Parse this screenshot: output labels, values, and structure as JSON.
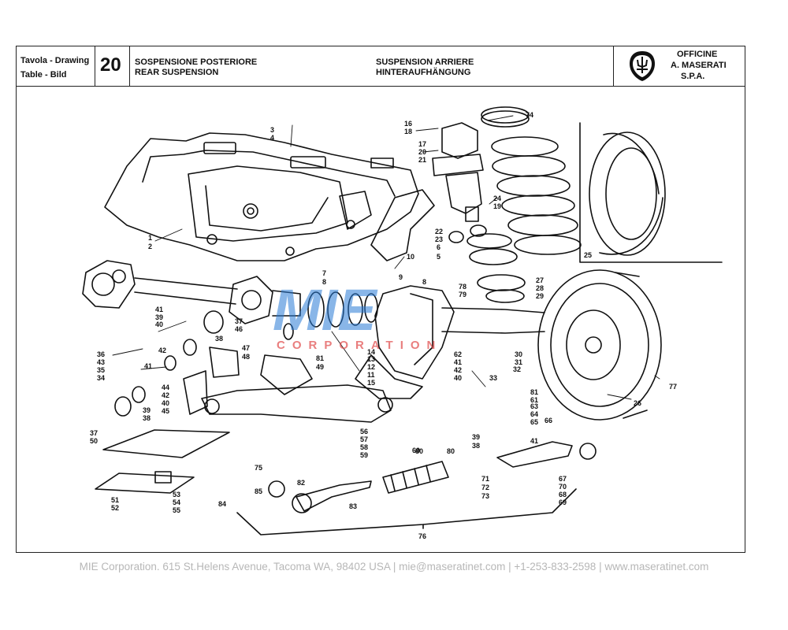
{
  "header": {
    "tavola_label": "Tavola - Drawing",
    "table_label": "Table - Bild",
    "drawing_number": "20",
    "title_it": "SOSPENSIONE POSTERIORE",
    "title_en": "REAR SUSPENSION",
    "title_fr": "SUSPENSION ARRIERE",
    "title_de": "HINTERAUFHÄNGUNG",
    "company_line1": "OFFICINE",
    "company_line2": "A. MASERATI",
    "company_line3": "S.P.A."
  },
  "watermark": {
    "logo_text": "MIE",
    "sub_text": "CORPORATION"
  },
  "footer": "MIE Corporation. 615 St.Helens Avenue, Tacoma WA, 98402 USA  |  mie@maseratinet.com  |  +1-253-833-2598  |  www.maseratinet.com",
  "part_labels": {
    "p1": "1",
    "p2": "2",
    "p3": "3",
    "p4": "4",
    "p5": "5",
    "p6": "6",
    "p7": "7",
    "p8": "8",
    "p8b": "8",
    "p9": "9",
    "p10": "10",
    "p11": "11",
    "p12": "12",
    "p13": "13",
    "p14": "14",
    "p15": "15",
    "p16": "16",
    "p17": "17",
    "p18": "18",
    "p19": "19",
    "p20": "20",
    "p21": "21",
    "p22": "22",
    "p23": "23",
    "p24": "24",
    "p25": "25",
    "p26": "26",
    "p27": "27",
    "p28": "28",
    "p29": "29",
    "p30": "30",
    "p31": "31",
    "p32": "32",
    "p33": "33",
    "p34": "34",
    "p35": "35",
    "p36": "36",
    "p37a": "37",
    "p37b": "37",
    "p38a": "38",
    "p38b": "38",
    "p38c": "38",
    "p39a": "39",
    "p39b": "39",
    "p39c": "39",
    "p40a": "40",
    "p40b": "40",
    "p40c": "40",
    "p41a": "41",
    "p41b": "41",
    "p41c": "41",
    "p41d": "41",
    "p42a": "42",
    "p42b": "42",
    "p42c": "42",
    "p43": "43",
    "p44": "44",
    "p45": "45",
    "p46": "46",
    "p47": "47",
    "p48": "48",
    "p49": "49",
    "p50": "50",
    "p51": "51",
    "p52": "52",
    "p53": "53",
    "p54": "54",
    "p55": "55",
    "p56": "56",
    "p57": "57",
    "p58": "58",
    "p59": "59",
    "p60": "60",
    "p61": "61",
    "p62": "62",
    "p63": "63",
    "p64": "64",
    "p65": "65",
    "p66": "66",
    "p67": "67",
    "p68": "68",
    "p69": "69",
    "p70": "70",
    "p71": "71",
    "p72": "72",
    "p73": "73",
    "p74": "74",
    "p75": "75",
    "p76": "76",
    "p77": "77",
    "p78": "78",
    "p79": "79",
    "p80a": "80",
    "p80b": "80",
    "p81a": "81",
    "p81b": "81",
    "p82": "82",
    "p83": "83",
    "p84": "84",
    "p85": "85"
  }
}
